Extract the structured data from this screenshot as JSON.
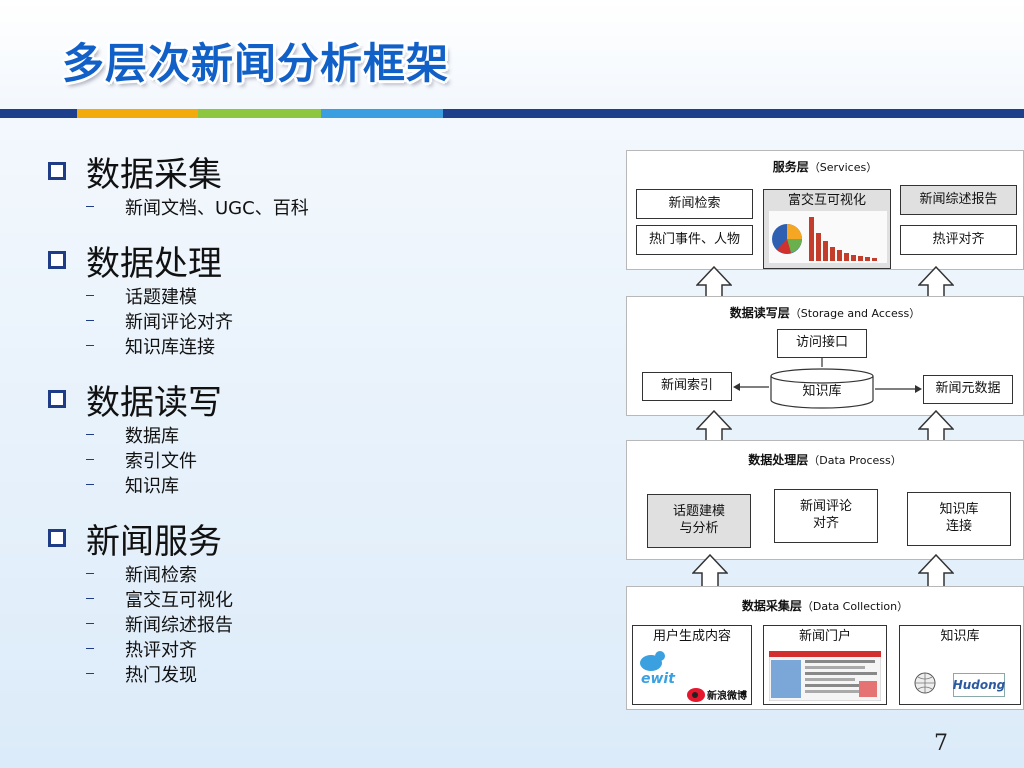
{
  "title": "多层次新闻分析框架",
  "sections": [
    {
      "title": "数据采集",
      "items": [
        "新闻文档、UGC、百科"
      ]
    },
    {
      "title": "数据处理",
      "items": [
        "话题建模",
        "新闻评论对齐",
        "知识库连接"
      ]
    },
    {
      "title": "数据读写",
      "items": [
        "数据库",
        "索引文件",
        "知识库"
      ]
    },
    {
      "title": "新闻服务",
      "items": [
        "新闻检索",
        "富交互可视化",
        "新闻综述报告",
        "热评对齐",
        "热门发现"
      ]
    }
  ],
  "page_number": "7",
  "diagram": {
    "services": {
      "title": "服务层",
      "title_en": "（Services）",
      "search": "新闻检索",
      "hot_events": "热门事件、人物",
      "visual": "富交互可视化",
      "summary": "新闻综述报告",
      "hot_comments": "热评对齐"
    },
    "storage": {
      "title": "数据读写层",
      "title_en": "（Storage and Access）",
      "access": "访问接口",
      "index": "新闻索引",
      "kb": "知识库",
      "meta": "新闻元数据"
    },
    "process": {
      "title": "数据处理层",
      "title_en": "（Data Process）",
      "topic": "话题建模\n与分析",
      "align": "新闻评论\n对齐",
      "link": "知识库\n连接"
    },
    "collection": {
      "title": "数据采集层",
      "title_en": "（Data Collection）",
      "ugc": "用户生成内容",
      "portal": "新闻门户",
      "kb": "知识库",
      "logo_twitter": "ewit",
      "logo_weibo": "新浪微博",
      "logo_hudong": "Hudong"
    }
  }
}
